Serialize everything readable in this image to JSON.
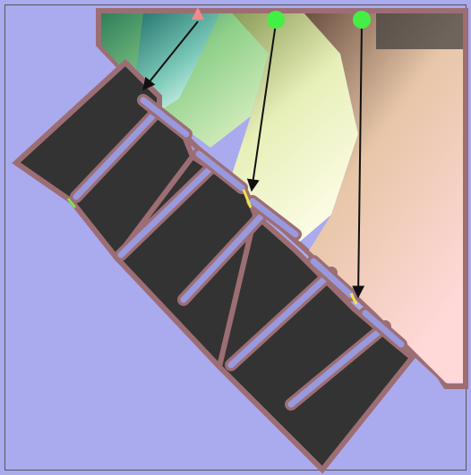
{
  "colors": {
    "background": "#aaaaee",
    "frame_border": "#555555",
    "wall_outline": "#9c6e74",
    "wall_fill": "#333333",
    "channel": "#9999dd",
    "marker_source": "#f08a8a",
    "marker_target": "#44ee44",
    "arrow": "#111111"
  },
  "markers": [
    {
      "type": "triangle",
      "color": "#f08a8a"
    },
    {
      "type": "circle",
      "color": "#44ee44"
    },
    {
      "type": "circle",
      "color": "#44ee44"
    }
  ],
  "arrows_count": 3,
  "slots_count": 4
}
